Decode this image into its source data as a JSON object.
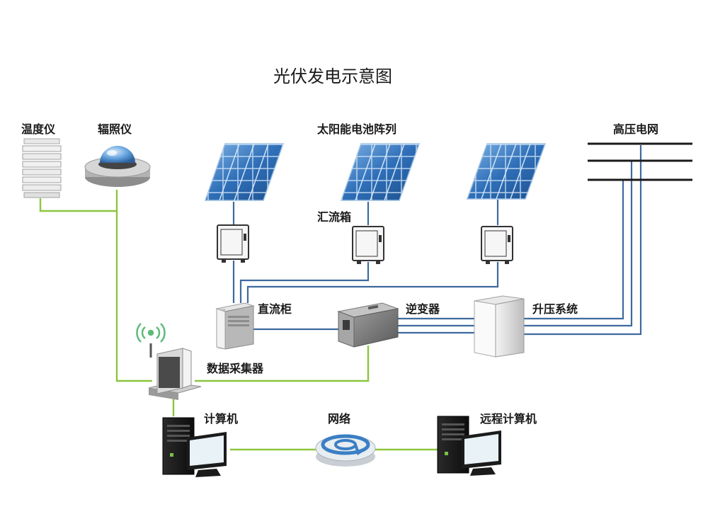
{
  "diagram": {
    "title": "光伏发电示意图",
    "labels": {
      "temperature_sensor": "温度仪",
      "irradiance_meter": "辐照仪",
      "solar_array": "太阳能电池阵列",
      "combiner_box": "汇流箱",
      "grid": "高压电网",
      "dc_cabinet": "直流柜",
      "inverter": "逆变器",
      "step_up_system": "升压系统",
      "data_collector": "数据采集器",
      "computer": "计算机",
      "network": "网络",
      "remote_computer": "远程计算机"
    }
  },
  "colors": {
    "dc_line": "#3e6a9e",
    "data_line": "#8cc63f",
    "panel": "#2f6fb8",
    "grid_line": "#1a1a1a"
  }
}
